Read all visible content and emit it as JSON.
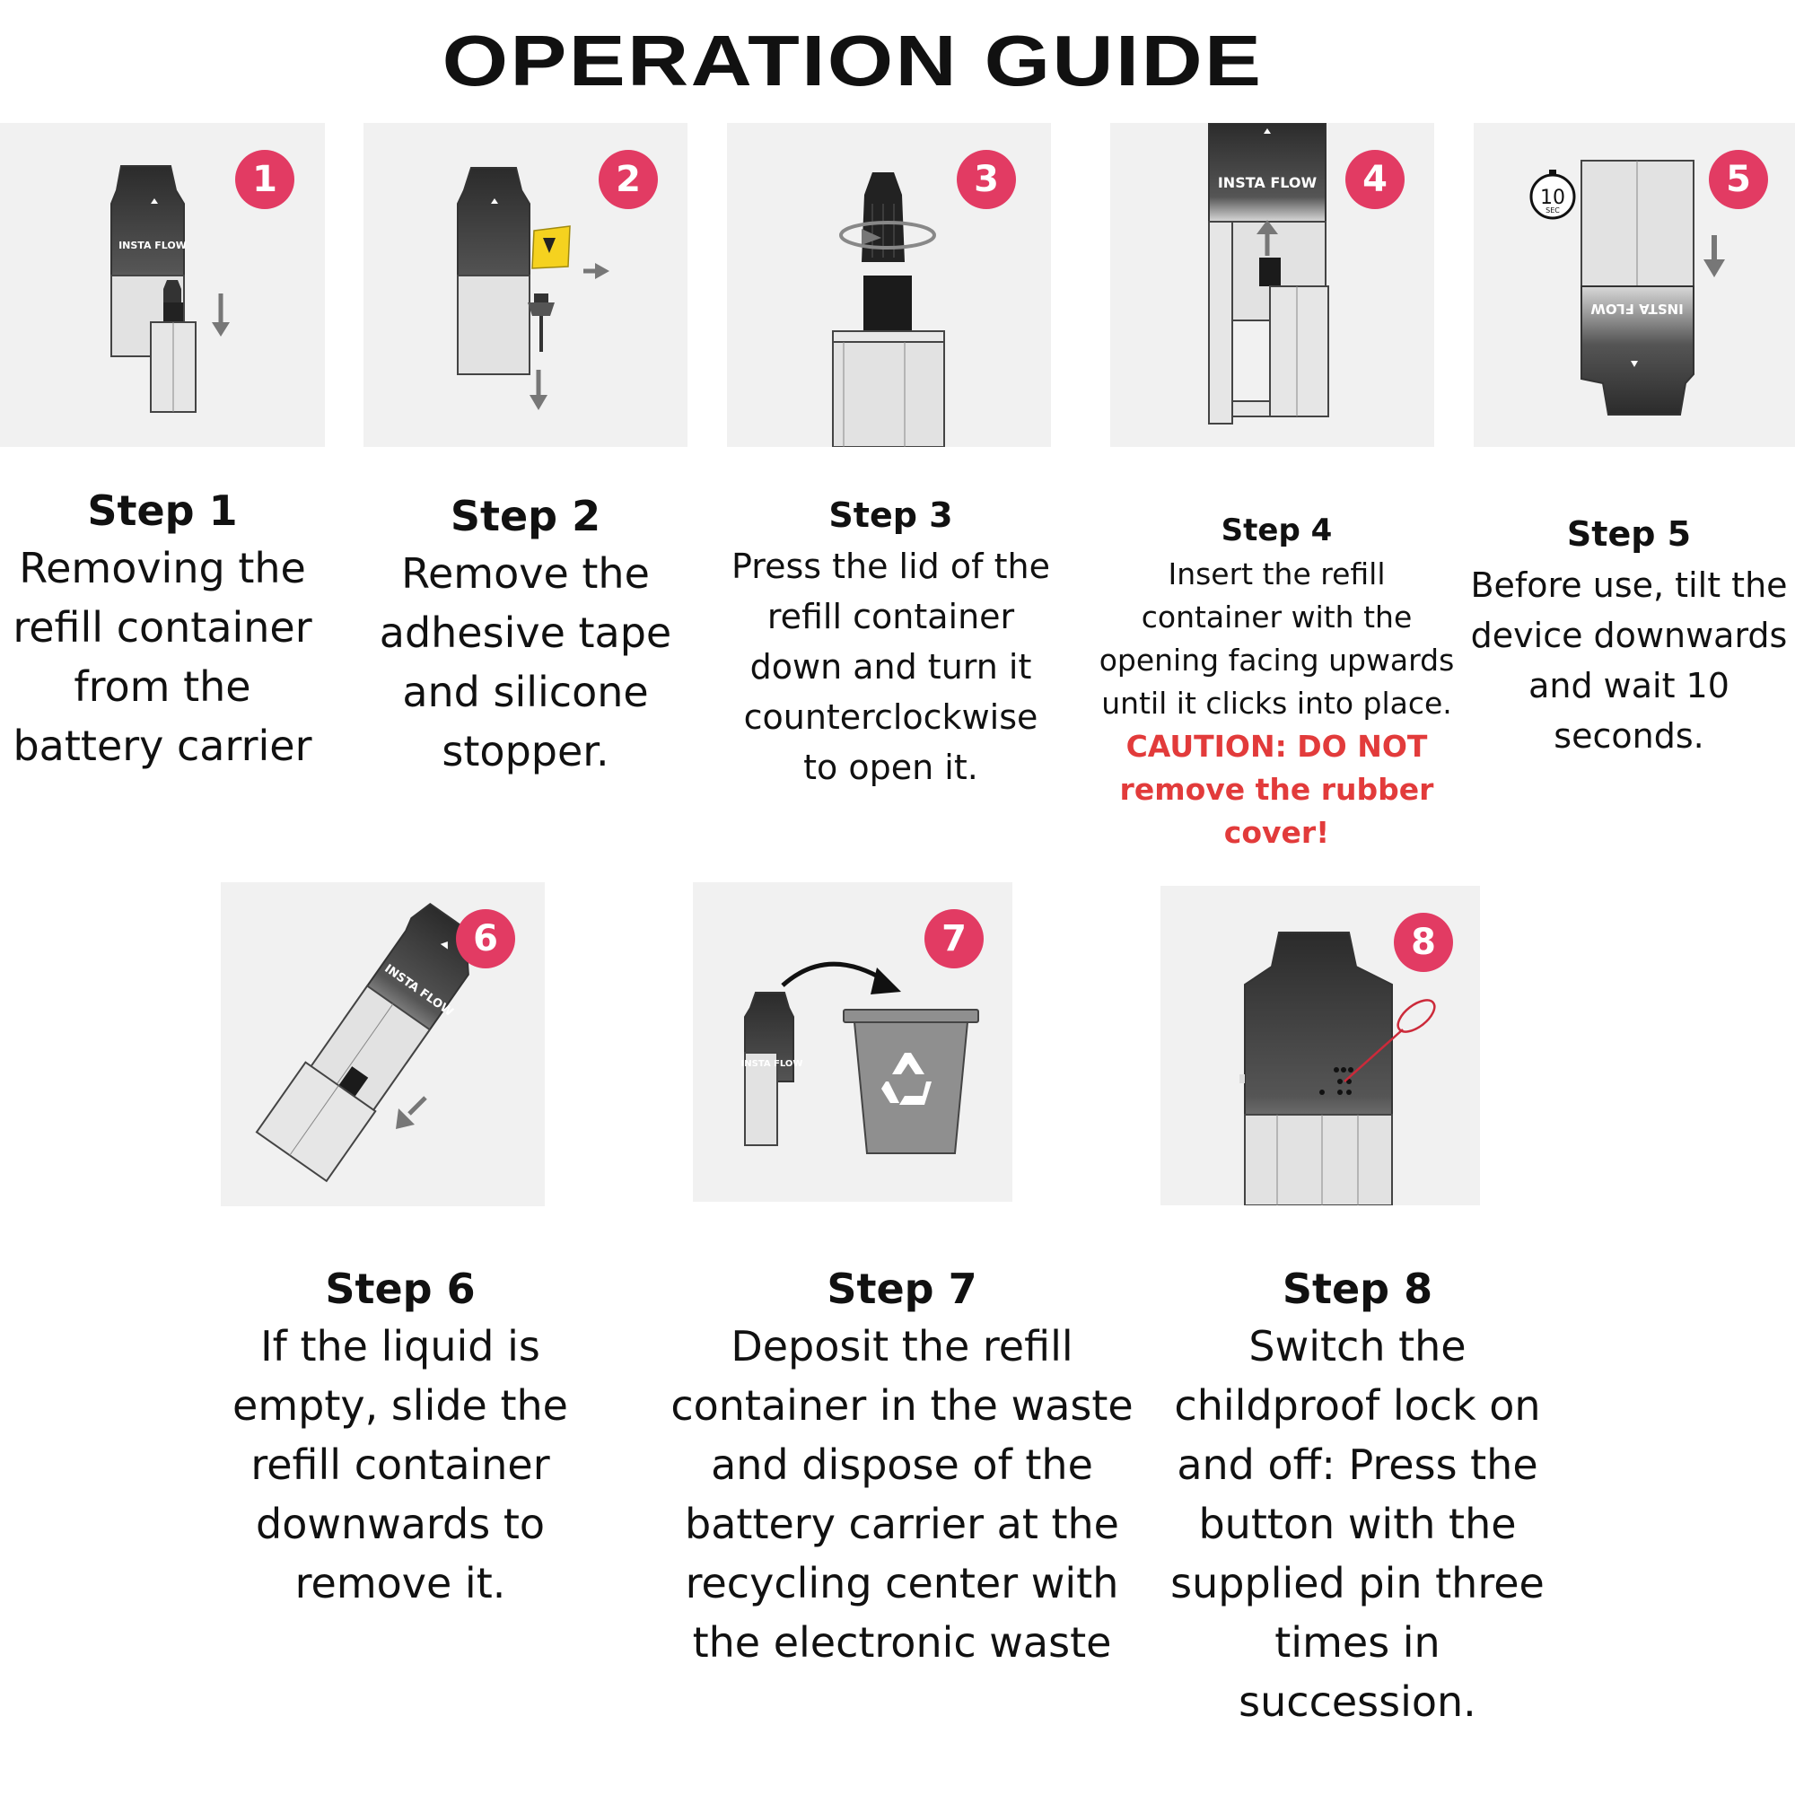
{
  "title": "OPERATION GUIDE",
  "accent_color": "#e23b63",
  "caution_color": "#e23b3b",
  "steps": [
    {
      "badge": "1",
      "heading": "Step 1",
      "body": [
        "Removing the",
        "refill container",
        "from the",
        "battery carrier"
      ],
      "brand": "INSTA FLOW"
    },
    {
      "badge": "2",
      "heading": "Step 2",
      "body": [
        "Remove the",
        "adhesive tape",
        "and silicone",
        "stopper."
      ]
    },
    {
      "badge": "3",
      "heading": "Step 3",
      "body": [
        "Press the lid of the",
        "refill container",
        "down and turn it",
        "counterclockwise",
        "to open it."
      ]
    },
    {
      "badge": "4",
      "heading": "Step 4",
      "body": [
        "Insert the refill",
        "container with the",
        "opening facing upwards",
        "until it clicks into place."
      ],
      "caution": [
        "CAUTION: DO NOT",
        "remove the rubber",
        "cover!"
      ],
      "brand": "INSTA FLOW"
    },
    {
      "badge": "5",
      "heading": "Step 5",
      "body": [
        "Before use, tilt the",
        "device downwards",
        "and wait 10",
        "seconds."
      ],
      "timer_number": "10",
      "timer_unit": "SEC",
      "brand": "INSTA FLOW"
    },
    {
      "badge": "6",
      "heading": "Step 6",
      "body": [
        "If the liquid is",
        "empty, slide the",
        "refill container",
        "downwards to",
        "remove it."
      ],
      "brand": "INSTA FLOW"
    },
    {
      "badge": "7",
      "heading": "Step 7",
      "body": [
        "Deposit the refill",
        "container in the waste",
        "and dispose of the",
        "battery carrier at the",
        "recycling center with",
        "the electronic waste"
      ],
      "brand": "INSTA FLOW"
    },
    {
      "badge": "8",
      "heading": "Step 8",
      "body": [
        "Switch the",
        "childproof lock on",
        "and off: Press the",
        "button with the",
        "supplied pin three",
        "times in",
        "succession."
      ]
    }
  ]
}
